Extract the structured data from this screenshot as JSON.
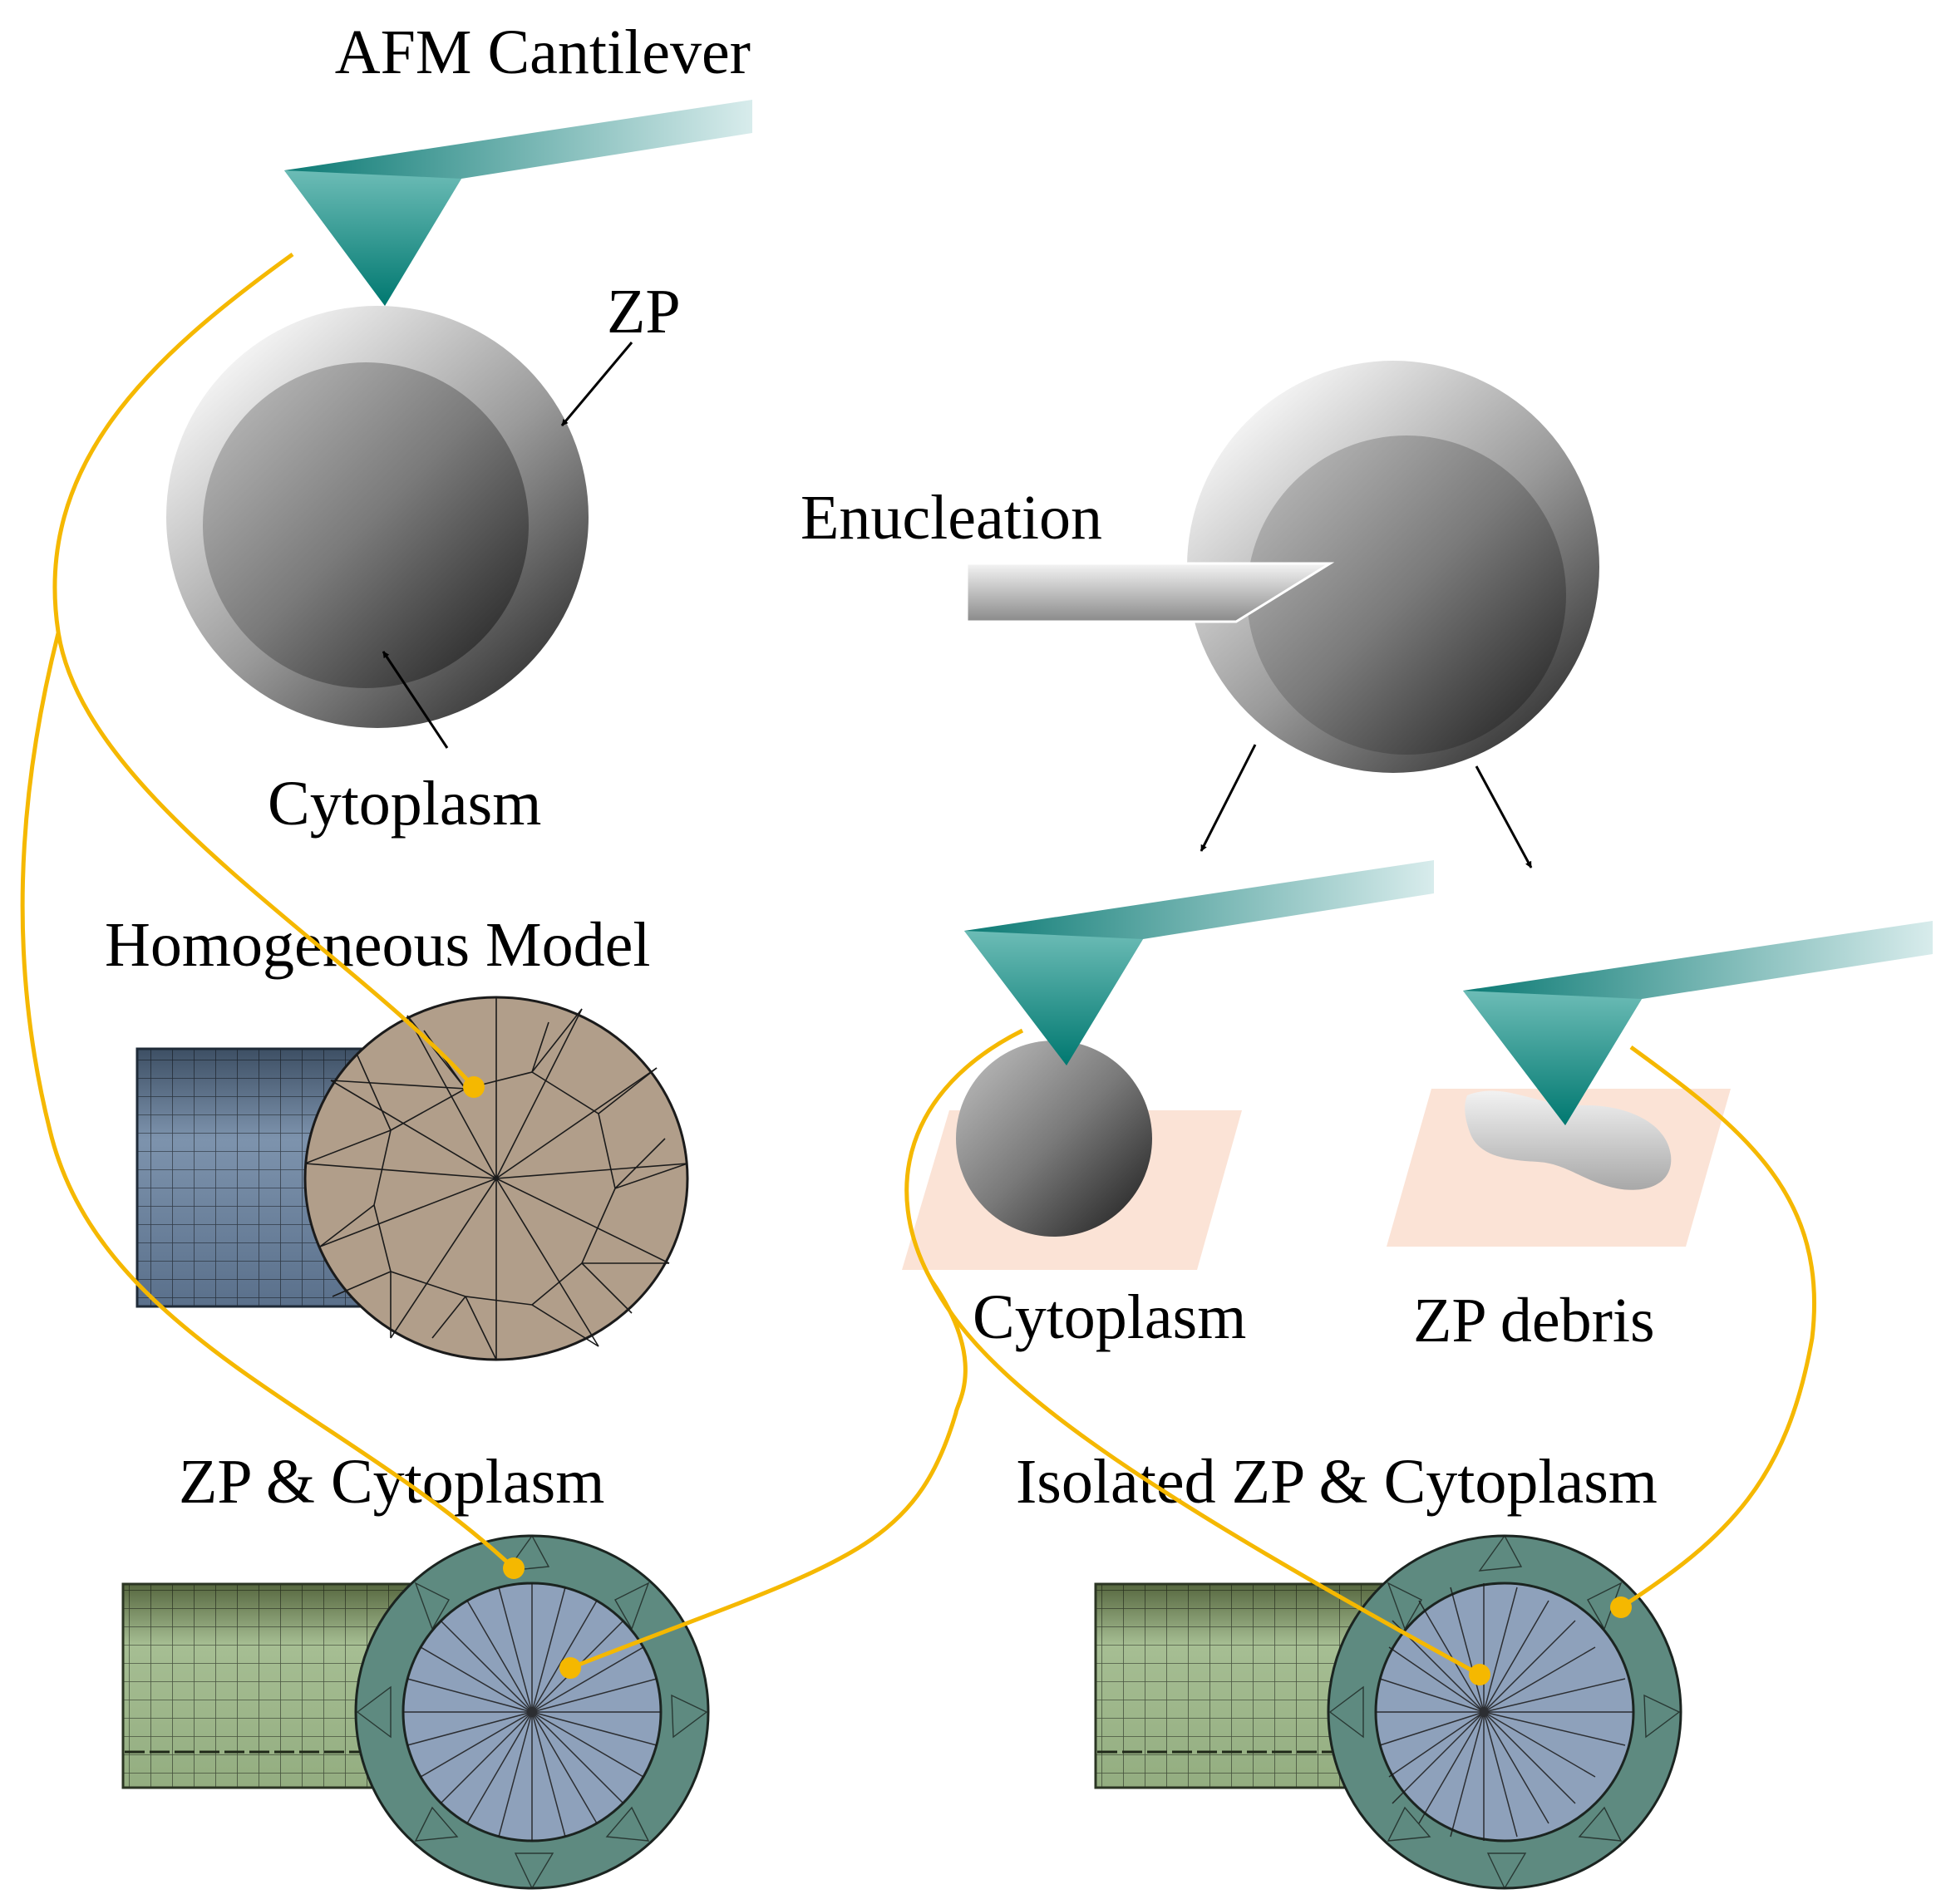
{
  "labels": {
    "afm_cantilever": "AFM Cantilever",
    "zp": "ZP",
    "cytoplasm_top": "Cytoplasm",
    "enucleation": "Enucleation",
    "homogeneous_model": "Homogeneous Model",
    "cytoplasm_sample": "Cytoplasm",
    "zp_debris": "ZP debris",
    "zp_and_cytoplasm": "ZP & Cytoplasm",
    "isolated_zp_and_cytoplasm": "Isolated ZP & Cytoplasm"
  },
  "colors": {
    "cantilever": "#0a7f78",
    "connector": "#f5b800",
    "substrate": "#fbe3d6",
    "homogeneous_mesh": "#b19e8a",
    "zp_mesh": "#5e8a80",
    "cytoplasm_mesh": "#8ea1bb",
    "pipette_green": "#9bb58c",
    "pipette_blue": "#5d7490"
  }
}
